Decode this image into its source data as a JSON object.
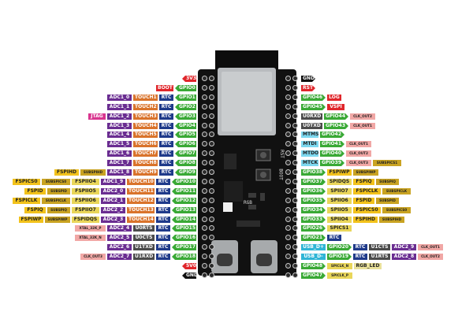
{
  "colors": {
    "power": "#e0262b",
    "gnd": "#111111",
    "gpio": "#39a935",
    "rtc": "#1f3a8a",
    "adc": "#6a2d91",
    "touch": "#d9732b",
    "spi": "#f2c21b",
    "spi_sub": "#c9a322",
    "flash": "#e9d65a",
    "jtag": "#d9358f",
    "uart": "#4b4b4b",
    "usb": "#2fb5d6",
    "clk": "#f1a7a5",
    "jtag_cyan": "#7dd8ef",
    "rgb": "#e9e19a"
  },
  "left_rows": [
    {
      "pin": "3V3",
      "items": []
    },
    {
      "pin": "GPIO0",
      "items": [
        {
          "t": "BOOT",
          "c": "power"
        }
      ]
    },
    {
      "pin": "GPIO1",
      "items": [
        {
          "t": "ADC1_0",
          "c": "adc"
        },
        {
          "t": "TOUCH1",
          "c": "touch"
        },
        {
          "t": "RTC",
          "c": "rtc"
        }
      ]
    },
    {
      "pin": "GPIO2",
      "items": [
        {
          "t": "ADC1_1",
          "c": "adc"
        },
        {
          "t": "TOUCH2",
          "c": "touch"
        },
        {
          "t": "RTC",
          "c": "rtc"
        }
      ]
    },
    {
      "pin": "GPIO3",
      "items": [
        {
          "t": "JTAG",
          "c": "jtag"
        },
        {
          "t": "ADC1_2",
          "c": "adc"
        },
        {
          "t": "TOUCH3",
          "c": "touch"
        },
        {
          "t": "RTC",
          "c": "rtc"
        }
      ]
    },
    {
      "pin": "GPIO4",
      "items": [
        {
          "t": "ADC1_3",
          "c": "adc"
        },
        {
          "t": "TOUCH4",
          "c": "touch"
        },
        {
          "t": "RTC",
          "c": "rtc"
        }
      ]
    },
    {
      "pin": "GPIO5",
      "items": [
        {
          "t": "ADC1_4",
          "c": "adc"
        },
        {
          "t": "TOUCH5",
          "c": "touch"
        },
        {
          "t": "RTC",
          "c": "rtc"
        }
      ]
    },
    {
      "pin": "GPIO6",
      "items": [
        {
          "t": "ADC1_5",
          "c": "adc"
        },
        {
          "t": "TOUCH6",
          "c": "touch"
        },
        {
          "t": "RTC",
          "c": "rtc"
        }
      ]
    },
    {
      "pin": "GPIO7",
      "items": [
        {
          "t": "ADC1_6",
          "c": "adc"
        },
        {
          "t": "TOUCH7",
          "c": "touch"
        },
        {
          "t": "RTC",
          "c": "rtc"
        }
      ]
    },
    {
      "pin": "GPIO8",
      "items": [
        {
          "t": "ADC1_7",
          "c": "adc"
        },
        {
          "t": "TOUCH8",
          "c": "touch"
        },
        {
          "t": "RTC",
          "c": "rtc"
        }
      ]
    },
    {
      "pin": "GPIO9",
      "items": [
        {
          "t": "FSPIHD",
          "c": "spi"
        },
        {
          "t": "SUBSPIHD",
          "c": "spi_sub",
          "s": 1
        },
        {
          "t": "ADC1_8",
          "c": "adc"
        },
        {
          "t": "TOUCH9",
          "c": "touch"
        },
        {
          "t": "RTC",
          "c": "rtc"
        }
      ]
    },
    {
      "pin": "GPIO10",
      "items": [
        {
          "t": "FSPICS0",
          "c": "spi"
        },
        {
          "t": "SUBSPICS0",
          "c": "spi_sub",
          "s": 1
        },
        {
          "t": "FSPIIO4",
          "c": "flash"
        },
        {
          "t": "ADC1_9",
          "c": "adc"
        },
        {
          "t": "TOUCH10",
          "c": "touch"
        },
        {
          "t": "RTC",
          "c": "rtc"
        }
      ]
    },
    {
      "pin": "GPIO11",
      "items": [
        {
          "t": "FSPID",
          "c": "spi"
        },
        {
          "t": "SUBSPID",
          "c": "spi_sub",
          "s": 1
        },
        {
          "t": "FSPIIO5",
          "c": "flash"
        },
        {
          "t": "ADC2_0",
          "c": "adc"
        },
        {
          "t": "TOUCH11",
          "c": "touch"
        },
        {
          "t": "RTC",
          "c": "rtc"
        }
      ]
    },
    {
      "pin": "GPIO12",
      "items": [
        {
          "t": "FSPICLK",
          "c": "spi"
        },
        {
          "t": "SUBSPICLK",
          "c": "spi_sub",
          "s": 1
        },
        {
          "t": "FSPIIO6",
          "c": "flash"
        },
        {
          "t": "ADC2_1",
          "c": "adc"
        },
        {
          "t": "TOUCH12",
          "c": "touch"
        },
        {
          "t": "RTC",
          "c": "rtc"
        }
      ]
    },
    {
      "pin": "GPIO13",
      "items": [
        {
          "t": "FSPIQ",
          "c": "spi"
        },
        {
          "t": "SUBSPIQ",
          "c": "spi_sub",
          "s": 1
        },
        {
          "t": "FSPIIO7",
          "c": "flash"
        },
        {
          "t": "ADC2_2",
          "c": "adc"
        },
        {
          "t": "TOUCH13",
          "c": "touch"
        },
        {
          "t": "RTC",
          "c": "rtc"
        }
      ]
    },
    {
      "pin": "GPIO14",
      "items": [
        {
          "t": "FSPIWP",
          "c": "spi"
        },
        {
          "t": "SUBSPIWP",
          "c": "spi_sub",
          "s": 1
        },
        {
          "t": "FSPIDQS",
          "c": "flash"
        },
        {
          "t": "ADC2_3",
          "c": "adc"
        },
        {
          "t": "TOUCH14",
          "c": "touch"
        },
        {
          "t": "RTC",
          "c": "rtc"
        }
      ]
    },
    {
      "pin": "GPIO15",
      "items": [
        {
          "t": "XTAL_32K_P",
          "c": "clk",
          "s": 1
        },
        {
          "t": "ADC2_4",
          "c": "adc"
        },
        {
          "t": "U0RTS",
          "c": "uart"
        },
        {
          "t": "RTC",
          "c": "rtc"
        }
      ]
    },
    {
      "pin": "GPIO16",
      "items": [
        {
          "t": "XTAL_32K_N",
          "c": "clk",
          "s": 1
        },
        {
          "t": "ADC2_5",
          "c": "adc"
        },
        {
          "t": "U0CTS",
          "c": "uart"
        },
        {
          "t": "RTC",
          "c": "rtc"
        }
      ]
    },
    {
      "pin": "GPIO17",
      "items": [
        {
          "t": "ADC2_6",
          "c": "adc"
        },
        {
          "t": "U1TXD",
          "c": "uart"
        },
        {
          "t": "RTC",
          "c": "rtc"
        }
      ]
    },
    {
      "pin": "GPIO18",
      "items": [
        {
          "t": "CLK_OUT3",
          "c": "clk",
          "s": 1
        },
        {
          "t": "ADC2_7",
          "c": "adc"
        },
        {
          "t": "U1RXD",
          "c": "uart"
        },
        {
          "t": "RTC",
          "c": "rtc"
        }
      ]
    },
    {
      "pin": "5V0",
      "items": []
    },
    {
      "pin": "GND",
      "items": []
    }
  ],
  "right_rows": [
    {
      "pin": "GND",
      "items": []
    },
    {
      "pin": "RST",
      "items": []
    },
    {
      "pin": "GPIO46",
      "items": [
        {
          "t": "LOG",
          "c": "power"
        }
      ]
    },
    {
      "pin": "GPIO45",
      "items": [
        {
          "t": "VSPI",
          "c": "power"
        }
      ]
    },
    {
      "pin": "GPIO44",
      "pre": "U0RXD",
      "items": [
        {
          "t": "CLK_OUT2",
          "c": "clk",
          "s": 1
        }
      ]
    },
    {
      "pin": "GPIO43",
      "pre": "U0TXD",
      "items": [
        {
          "t": "CLK_OUT1",
          "c": "clk",
          "s": 1
        }
      ]
    },
    {
      "pin": "GPIO42",
      "pre": "MTMS",
      "items": []
    },
    {
      "pin": "GPIO41",
      "pre": "MTDI",
      "items": [
        {
          "t": "CLK_OUT1",
          "c": "clk",
          "s": 1
        }
      ]
    },
    {
      "pin": "GPIO40",
      "pre": "MTDO",
      "items": [
        {
          "t": "CLK_OUT2",
          "c": "clk",
          "s": 1
        }
      ]
    },
    {
      "pin": "GPIO39",
      "pre": "MTCK",
      "items": [
        {
          "t": "CLK_OUT3",
          "c": "clk",
          "s": 1
        },
        {
          "t": "SUBSPICS1",
          "c": "spi_sub",
          "s": 1
        }
      ]
    },
    {
      "pin": "GPIO38",
      "items": [
        {
          "t": "FSPIWP",
          "c": "spi"
        },
        {
          "t": "SUBSPIWP",
          "c": "spi_sub",
          "s": 1
        }
      ]
    },
    {
      "pin": "GPIO37",
      "items": [
        {
          "t": "SPIDQS",
          "c": "flash"
        },
        {
          "t": "FSPIQ",
          "c": "spi"
        },
        {
          "t": "SUBSPIQ",
          "c": "spi_sub",
          "s": 1
        }
      ]
    },
    {
      "pin": "GPIO36",
      "items": [
        {
          "t": "SPIIO7",
          "c": "flash"
        },
        {
          "t": "FSPICLK",
          "c": "spi"
        },
        {
          "t": "SUBSPICLK",
          "c": "spi_sub",
          "s": 1
        }
      ]
    },
    {
      "pin": "GPIO35",
      "items": [
        {
          "t": "SPIIO6",
          "c": "flash"
        },
        {
          "t": "FSPID",
          "c": "spi"
        },
        {
          "t": "SUBSPID",
          "c": "spi_sub",
          "s": 1
        }
      ]
    },
    {
      "pin": "GPIO34",
      "items": [
        {
          "t": "SPIIO5",
          "c": "flash"
        },
        {
          "t": "FSPICS0",
          "c": "spi"
        },
        {
          "t": "SUBSPICS0",
          "c": "spi_sub",
          "s": 1
        }
      ]
    },
    {
      "pin": "GPIO33",
      "items": [
        {
          "t": "SPIIO4",
          "c": "flash"
        },
        {
          "t": "FSPIHD",
          "c": "spi"
        },
        {
          "t": "SUBSPIHD",
          "c": "spi_sub",
          "s": 1
        }
      ]
    },
    {
      "pin": "GPIO26",
      "items": [
        {
          "t": "SPICS1",
          "c": "flash"
        }
      ]
    },
    {
      "pin": "GPIO21",
      "items": [
        {
          "t": "RTC",
          "c": "rtc"
        }
      ]
    },
    {
      "pin": "GPIO20",
      "pre": "USB_D+",
      "items": [
        {
          "t": "RTC",
          "c": "rtc"
        },
        {
          "t": "U1CTS",
          "c": "uart"
        },
        {
          "t": "ADC2_9",
          "c": "adc"
        },
        {
          "t": "CLK_OUT1",
          "c": "clk",
          "s": 1
        }
      ]
    },
    {
      "pin": "GPIO19",
      "pre": "USB_D-",
      "items": [
        {
          "t": "RTC",
          "c": "rtc"
        },
        {
          "t": "U1RTS",
          "c": "uart"
        },
        {
          "t": "ADC2_8",
          "c": "adc"
        },
        {
          "t": "CLK_OUT2",
          "c": "clk",
          "s": 1
        }
      ]
    },
    {
      "pin": "GPIO48",
      "items": [
        {
          "t": "SPICLK_N",
          "c": "flash",
          "s": 1
        },
        {
          "t": "RGB_LED",
          "c": "rgb"
        }
      ]
    },
    {
      "pin": "GPIO47",
      "items": [
        {
          "t": "SPICLK_P",
          "c": "flash",
          "s": 1
        }
      ]
    }
  ],
  "board": {
    "button_labels": [
      "RST",
      "BOOT"
    ],
    "led_label": "RGB"
  }
}
